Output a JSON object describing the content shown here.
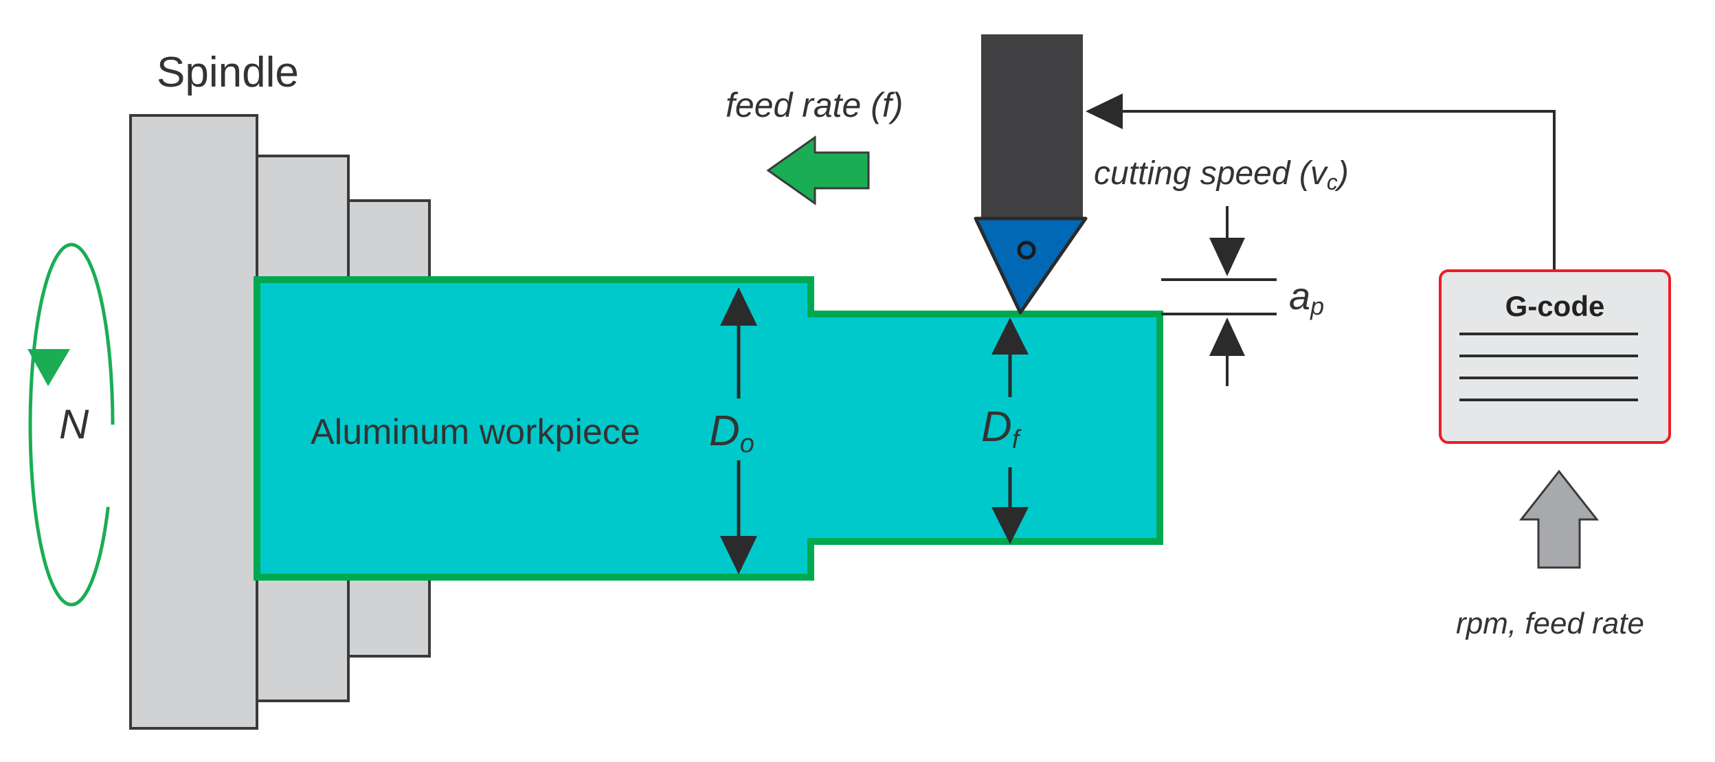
{
  "labels": {
    "spindle": "Spindle",
    "rotation": "N",
    "workpiece": "Aluminum workpiece",
    "feed_rate": "feed rate (f)",
    "cutting_speed": "cutting speed (v",
    "cutting_speed_sub": "c",
    "cutting_speed_close": ")",
    "depth_main": "a",
    "depth_sub": "p",
    "d_initial_main": "D",
    "d_initial_sub": "o",
    "d_final_main": "D",
    "d_final_sub": "f",
    "gcode_title": "G-code",
    "gcode_input": "rpm, feed rate"
  },
  "colors": {
    "workpiece_fill": "#00c9cc",
    "workpiece_outline": "#00a94f",
    "feed_arrow": "#1aad54",
    "rotation_arrow": "#1aad54",
    "tool_holder": "#404042",
    "insert": "#0068b4",
    "spindle_gray": "#d1d2d4",
    "gcode_border": "#ed1c24",
    "gcode_fill": "#e6e7e8",
    "input_arrow": "#a7a9ac",
    "line_dark": "#2b2b2b"
  },
  "icons": {
    "feed_arrow": "left-arrow-icon",
    "rotation": "rotation-arrow-icon",
    "input": "up-arrow-icon"
  }
}
